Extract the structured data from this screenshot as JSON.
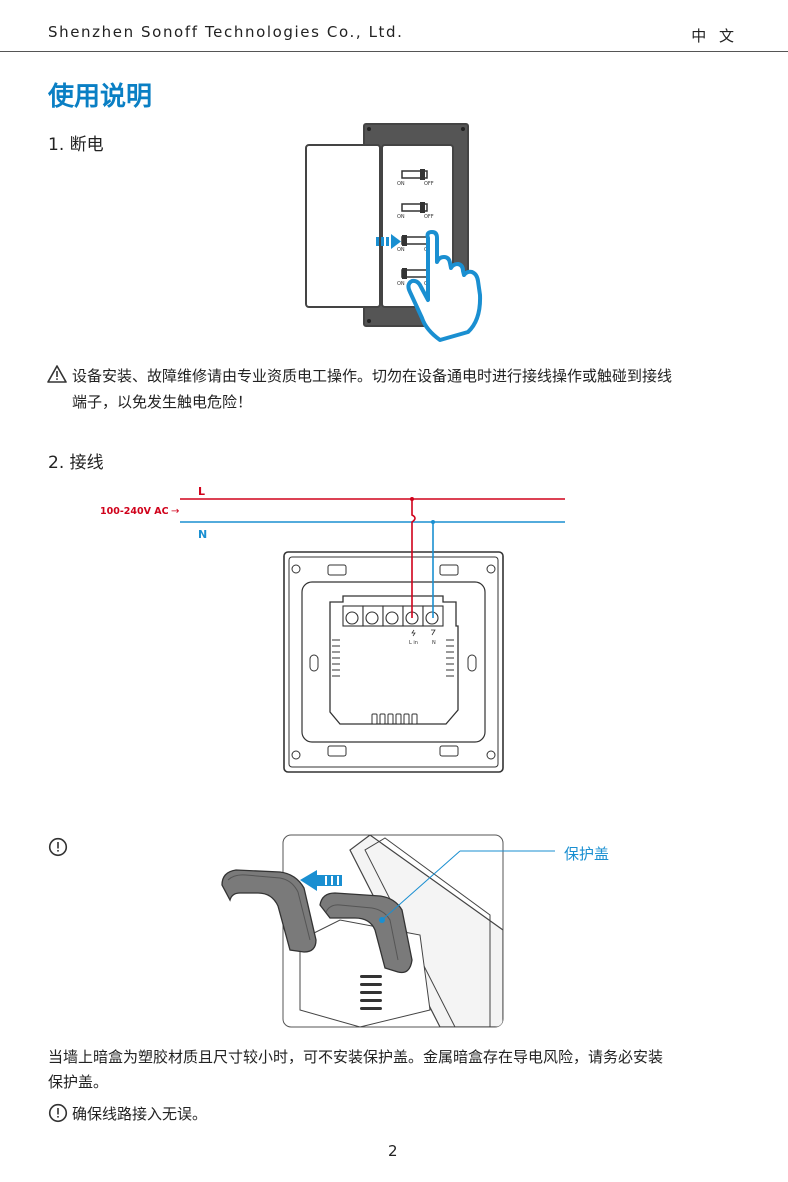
{
  "header": {
    "company": "Shenzhen Sonoff Technologies Co., Ltd.",
    "language": "中 文"
  },
  "title": "使用说明",
  "section1": {
    "heading": "1. 断电",
    "breaker_labels": {
      "on": "ON",
      "off": "OFF"
    },
    "warning_line1": "设备安装、故障维修请由专业资质电工操作。切勿在设备通电时进行接线操作或触碰到接线",
    "warning_line2": "端子，以免发生触电危险！"
  },
  "section2": {
    "heading": "2. 接线",
    "line_label_L": "L",
    "line_label_N": "N",
    "voltage_label": "100-240V AC",
    "arrow_glyph": "→",
    "terminal_labels": {
      "live": "L in",
      "neutral": "N"
    }
  },
  "cover_note": {
    "callout_label": "保护盖",
    "text_line1": "当墙上暗盒为塑胶材质且尺寸较小时，可不安装保护盖。金属暗盒存在导电风险，请务必安装",
    "text_line2": "保护盖。"
  },
  "verify_note": "确保线路接入无误。",
  "page_number": "2",
  "colors": {
    "accent_blue": "#0a7fc4",
    "live_red": "#d0021b",
    "neutral_blue": "#1a8fd1",
    "cover_gray": "#7a7a7a"
  }
}
